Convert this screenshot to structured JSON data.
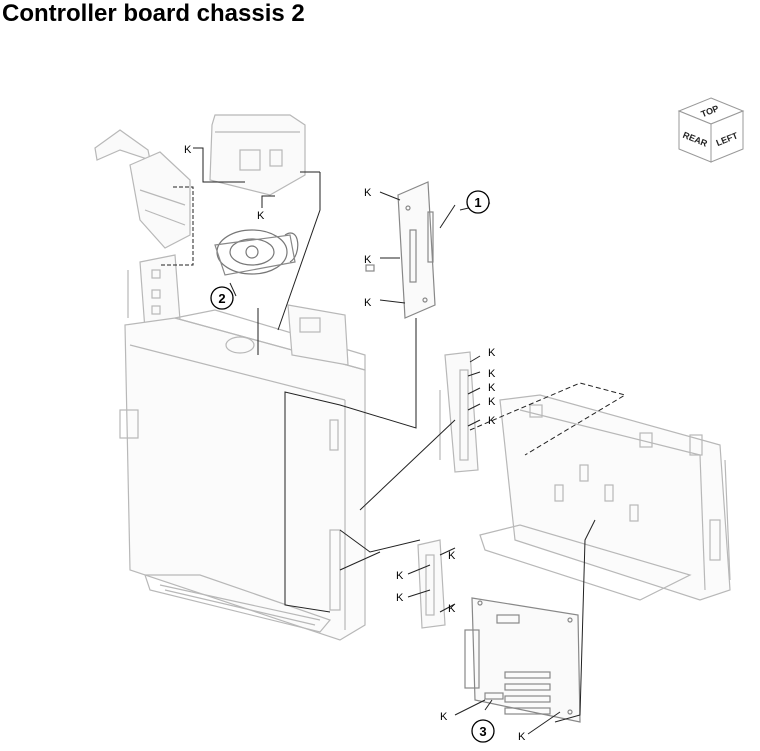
{
  "title": "Controller board chassis 2",
  "fastener_label": "K",
  "callouts": [
    "1",
    "2",
    "3"
  ],
  "orientation_cube": {
    "top": "TOP",
    "rear": "REAR",
    "left": "LEFT"
  },
  "colors": {
    "part_stroke": "#b8b8b8",
    "leader": "#222222",
    "text": "#000000"
  }
}
